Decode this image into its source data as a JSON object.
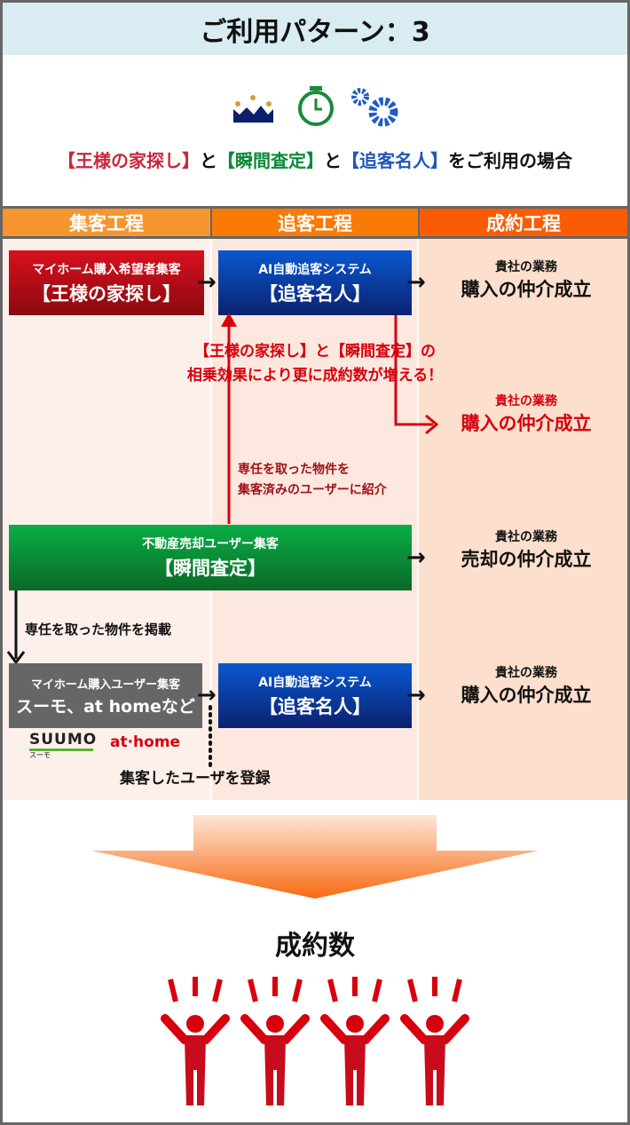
{
  "title": "ご利用パターン：3",
  "subtitle": {
    "p1": "【王様の家探し】",
    "p2": "と",
    "p3": "【瞬間査定】",
    "p4": "と",
    "p5": "【追客名人】",
    "p6": "をご利用の場合"
  },
  "icons": [
    "crown-icon",
    "stopwatch-icon",
    "gears-icon"
  ],
  "headers": [
    "集客工程",
    "追客工程",
    "成約工程"
  ],
  "boxes": {
    "king": {
      "small": "マイホーム購入希望者集客",
      "large": "【王様の家探し】"
    },
    "ai1": {
      "small": "AI自動追客システム",
      "large": "【追客名人】"
    },
    "instant": {
      "small": "不動産売却ユーザー集客",
      "large": "【瞬間査定】"
    },
    "portal": {
      "small": "マイホーム購入ユーザー集客",
      "large": "スーモ、at homeなど"
    },
    "ai2": {
      "small": "AI自動追客システム",
      "large": "【追客名人】"
    }
  },
  "outcomes": [
    {
      "small": "貴社の業務",
      "large": "購入の仲介成立"
    },
    {
      "small": "貴社の業務",
      "large": "購入の仲介成立"
    },
    {
      "small": "貴社の業務",
      "large": "売却の仲介成立"
    },
    {
      "small": "貴社の業務",
      "large": "購入の仲介成立"
    }
  ],
  "synergy": [
    "【王様の家探し】と【瞬間査定】の",
    "相乗効果により更に成約数が増える！"
  ],
  "referral": [
    "専任を取った物件を",
    "集客済みのユーザーに紹介"
  ],
  "listing": "専任を取った物件を掲載",
  "register": "集客したユーザを登録",
  "logos": {
    "suumo": "SUUMO",
    "suumo_sub": "スーモ",
    "athome": "at·home"
  },
  "result": "成約数",
  "colors": {
    "red": "#d7000f",
    "blue": "#0a3aa0",
    "green": "#0a8a35"
  }
}
